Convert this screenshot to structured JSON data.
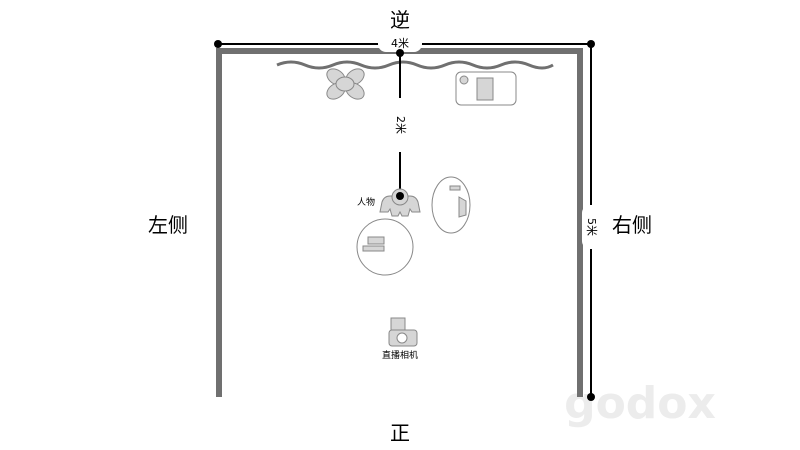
{
  "labels": {
    "back": "逆",
    "front": "正",
    "left": "左侧",
    "right": "右侧",
    "width": "4米",
    "depth": "5米",
    "distance": "2米",
    "person": "人物",
    "camera": "直播相机"
  },
  "watermark": "Godox",
  "colors": {
    "wall": "#707070",
    "prop": "#d6d6d6",
    "outline": "#888888"
  }
}
